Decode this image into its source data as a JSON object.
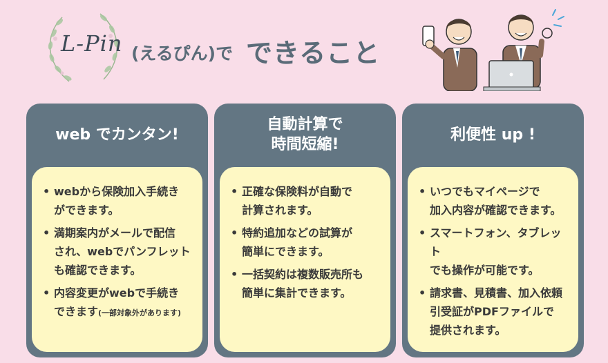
{
  "header": {
    "logo": "L-Pin",
    "reading": "(えるぴん)で",
    "title": "できること"
  },
  "cards": [
    {
      "title_lines": [
        "web でカンタン!"
      ],
      "items": [
        {
          "lines": [
            "webから保険加入手続き",
            "ができます。"
          ]
        },
        {
          "lines": [
            "満期案内がメールで配信",
            "され、webでパンフレット",
            "も確認できます。"
          ]
        },
        {
          "lines": [
            "内容変更がwebで手続き",
            "できます"
          ],
          "note": "(一部対象外があります)"
        }
      ]
    },
    {
      "title_lines": [
        "自動計算で",
        "時間短縮!"
      ],
      "items": [
        {
          "lines": [
            "正確な保険料が自動で",
            "計算されます。"
          ]
        },
        {
          "lines": [
            "特約追加などの試算が",
            "簡単にできます。"
          ]
        },
        {
          "lines": [
            "一括契約は複数販売所も",
            "簡単に集計できます。"
          ]
        }
      ]
    },
    {
      "title_lines": [
        "利便性 up !"
      ],
      "items": [
        {
          "lines": [
            "いつでもマイページで",
            "加入内容が確認できます。"
          ]
        },
        {
          "lines": [
            "スマートフォン、タブレット",
            "でも操作が可能です。"
          ]
        },
        {
          "lines": [
            "請求書、見積書、加入依頼",
            "引受証がPDFファイルで",
            "提供されます。"
          ]
        }
      ]
    }
  ],
  "colors": {
    "background": "#f9dde8",
    "card_header": "#637683",
    "card_body": "#fef8c4",
    "title_text": "#5a6b78"
  },
  "icons": [
    "laurel-wreath-icon",
    "businessman-phone-icon",
    "businessman-laptop-ok-icon"
  ]
}
